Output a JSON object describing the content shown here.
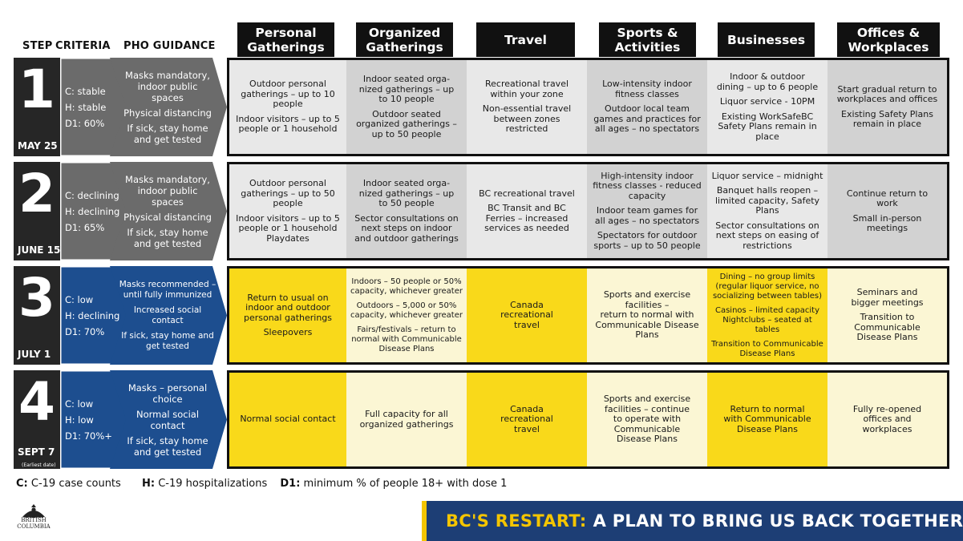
{
  "header": {
    "step": "STEP",
    "criteria": "CRITERIA",
    "pho": "PHO GUIDANCE",
    "columns": [
      "Personal\nGatherings",
      "Organized\nGatherings",
      "Travel",
      "Sports &\nActivities",
      "Businesses",
      "Offices &\nWorkplaces"
    ]
  },
  "colors": {
    "dark": "#262626",
    "criteria_gray": "#6b6b6b",
    "criteria_blue": "#1d4e8f",
    "yellow": "#f9d91a",
    "pale_yellow": "#fbf6d4",
    "light_gray": "#e8e8e8",
    "mid_gray": "#d2d2d2",
    "banner_navy": "#1d3e75",
    "banner_gold": "#f4c500"
  },
  "steps": [
    {
      "number": "1",
      "date": "MAY 25",
      "date_note": "",
      "criteria": [
        "C: stable",
        "H: stable",
        "D1: 60%"
      ],
      "pho": [
        "Masks mandatory,\nindoor public\nspaces",
        "Physical distancing",
        "If sick, stay home\nand get tested"
      ],
      "cells": [
        [
          "Outdoor personal\ngatherings – up to 10\npeople",
          "Indoor visitors – up to 5\npeople or 1 household"
        ],
        [
          "Indoor seated orga-\nnized gatherings – up\nto 10 people",
          "Outdoor seated\norganized gatherings –\nup to 50 people"
        ],
        [
          "Recreational travel\nwithin your zone",
          "Non-essential travel\nbetween zones\nrestricted"
        ],
        [
          "Low-intensity indoor\nfitness classes",
          "Outdoor local team\ngames and practices for\nall ages – no spectators"
        ],
        [
          "Indoor & outdoor\ndining – up to 6 people",
          "Liquor service - 10PM",
          "Existing WorkSafeBC\nSafety Plans remain in\nplace"
        ],
        [
          "Start gradual return to\nworkplaces and offices",
          "Existing Safety Plans\nremain in place"
        ]
      ]
    },
    {
      "number": "2",
      "date": "JUNE 15",
      "date_note": "",
      "criteria": [
        "C: declining",
        "H: declining",
        "D1: 65%"
      ],
      "pho": [
        "Masks mandatory,\nindoor public\nspaces",
        "Physical distancing",
        "If sick, stay home\nand get tested"
      ],
      "cells": [
        [
          "Outdoor personal\ngatherings – up to 50\npeople",
          "Indoor visitors – up to 5\npeople or 1 household\nPlaydates"
        ],
        [
          "Indoor seated orga-\nnized gatherings – up\nto 50 people",
          "Sector consultations on\nnext steps on indoor\nand outdoor gatherings"
        ],
        [
          "BC recreational travel",
          "BC Transit and BC\nFerries – increased\nservices as needed"
        ],
        [
          "High-intensity indoor\nfitness classes - reduced\ncapacity",
          "Indoor team games for\nall ages – no spectators",
          "Spectators for outdoor\nsports – up to 50 people"
        ],
        [
          "Liquor service – midnight",
          "Banquet halls reopen –\nlimited capacity, Safety\nPlans",
          "Sector consultations on\nnext steps on easing of\nrestrictions"
        ],
        [
          "Continue return to\nwork",
          "Small in-person\nmeetings"
        ]
      ]
    },
    {
      "number": "3",
      "date": "JULY 1",
      "date_note": "",
      "criteria": [
        "C: low",
        "H: declining",
        "D1: 70%"
      ],
      "pho": [
        "Masks recommended –\nuntil fully immunized",
        "Increased social\ncontact",
        "If sick, stay home and\nget tested"
      ],
      "cells": [
        [
          "Return to usual on\nindoor and outdoor\npersonal gatherings",
          "Sleepovers"
        ],
        [
          "Indoors – 50 people or 50%\ncapacity, whichever greater",
          "Outdoors – 5,000 or 50%\ncapacity, whichever greater",
          "Fairs/festivals – return to\nnormal with Communicable\nDisease Plans"
        ],
        [
          "Canada\nrecreational\ntravel"
        ],
        [
          "Sports and exercise\nfacilities –\nreturn to normal with\nCommunicable Disease\nPlans"
        ],
        [
          "Dining – no group limits\n(regular liquor service, no\nsocializing between tables)",
          "Casinos – limited capacity\nNightclubs – seated at tables",
          "Transition to Communicable\nDisease Plans"
        ],
        [
          "Seminars and\nbigger meetings",
          "Transition to\nCommunicable\nDisease Plans"
        ]
      ]
    },
    {
      "number": "4",
      "date": "SEPT 7",
      "date_note": "(Earliest date)",
      "criteria": [
        "C: low",
        "H: low",
        "D1: 70%+"
      ],
      "pho": [
        "Masks – personal\nchoice",
        "Normal social\ncontact",
        "If sick, stay home\nand get tested"
      ],
      "cells": [
        [
          "Normal social contact"
        ],
        [
          "Full capacity for all\norganized gatherings"
        ],
        [
          "Canada\nrecreational\ntravel"
        ],
        [
          "Sports and exercise\nfacilities – continue\nto operate with\nCommunicable\nDisease Plans"
        ],
        [
          "Return to normal\nwith  Communicable\nDisease Plans"
        ],
        [
          "Fully re-opened\noffices and\nworkplaces"
        ]
      ]
    }
  ],
  "legend": {
    "c_key": "C:",
    "c_text": "C-19 case counts",
    "h_key": "H:",
    "h_text": "C-19 hospitalizations",
    "d_key": "D1:",
    "d_text": "minimum % of people 18+ with dose 1"
  },
  "logo": {
    "icon": "bc-government-logo",
    "text": "BRITISH\nCOLUMBIA"
  },
  "banner": {
    "highlight": "BC'S RESTART:",
    "text": "A PLAN TO BRING US BACK TOGETHER"
  }
}
